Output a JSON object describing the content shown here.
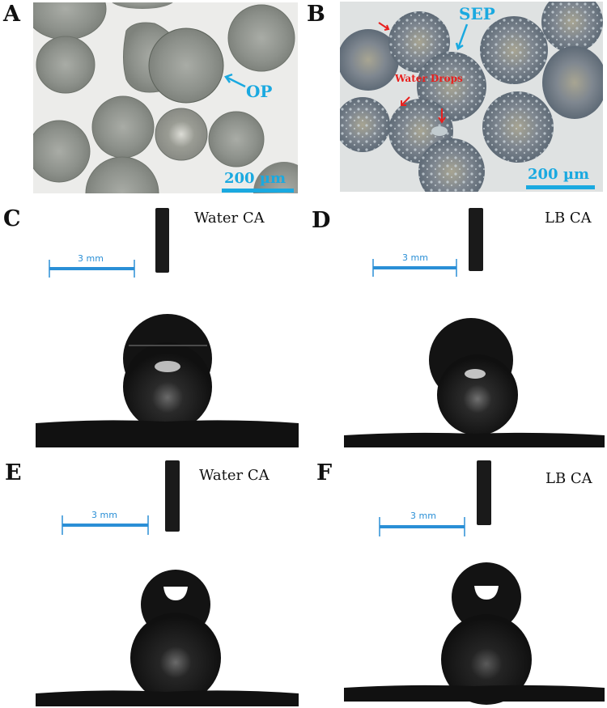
{
  "figure": {
    "panels": [
      {
        "letter": "A",
        "type": "micrograph",
        "annotation": "OP",
        "scale_bar": "200 µm"
      },
      {
        "letter": "B",
        "type": "micrograph",
        "annotation": "SEP",
        "annotation_2": "Water Drops",
        "scale_bar": "200 µm"
      },
      {
        "letter": "C",
        "type": "contact-angle",
        "label": "Water CA",
        "scale_bar": "3 mm"
      },
      {
        "letter": "D",
        "type": "contact-angle",
        "label": "LB CA",
        "scale_bar": "3 mm"
      },
      {
        "letter": "E",
        "type": "contact-angle",
        "label": "Water CA",
        "scale_bar": "3 mm"
      },
      {
        "letter": "F",
        "type": "contact-angle",
        "label": "LB CA",
        "scale_bar": "3 mm"
      }
    ],
    "colors": {
      "annotation_cyan": "#1aa9e0",
      "annotation_red": "#e8201e",
      "scale_blue": "#2a8fd6",
      "droplet_dark": "#141414"
    }
  }
}
